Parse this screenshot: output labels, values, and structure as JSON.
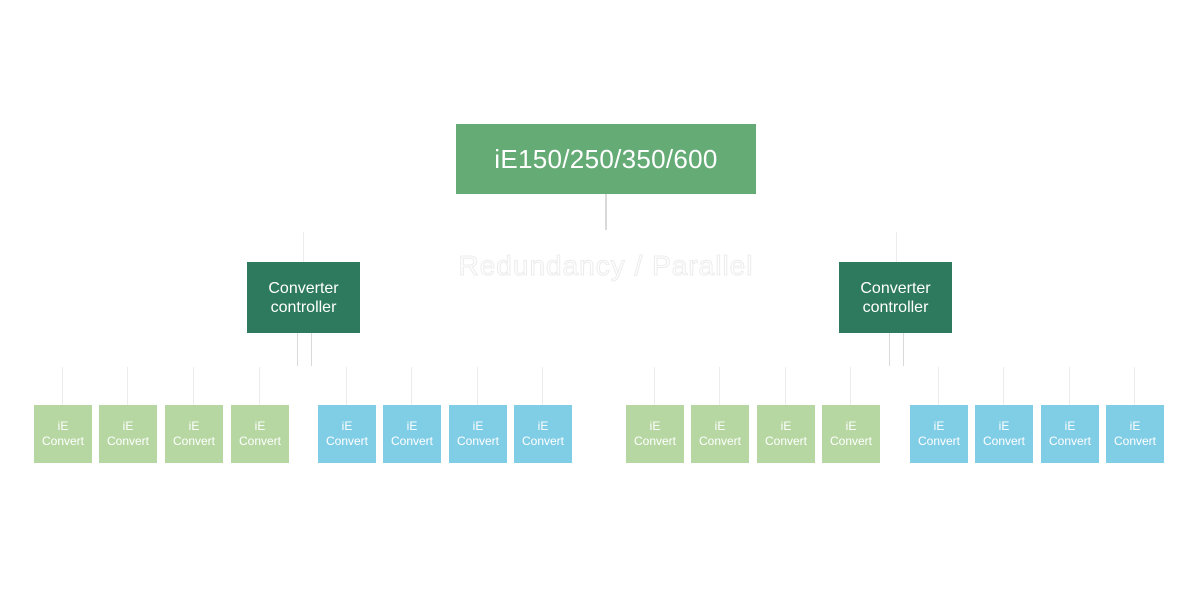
{
  "colors": {
    "top": "#65ab76",
    "controller": "#2e7a5e",
    "unit_green": "#b6d7a2",
    "unit_blue": "#80cde6"
  },
  "top_node": {
    "label": "iE150/250/350/600"
  },
  "mode_label": "Redundancy / Parallel",
  "controllers": [
    {
      "line1": "Converter",
      "line2": "controller"
    },
    {
      "line1": "Converter",
      "line2": "controller"
    }
  ],
  "units": [
    {
      "line1": "iE",
      "line2": "Convert",
      "color": "green"
    },
    {
      "line1": "iE",
      "line2": "Convert",
      "color": "green"
    },
    {
      "line1": "iE",
      "line2": "Convert",
      "color": "green"
    },
    {
      "line1": "iE",
      "line2": "Convert",
      "color": "green"
    },
    {
      "line1": "iE",
      "line2": "Convert",
      "color": "blue"
    },
    {
      "line1": "iE",
      "line2": "Convert",
      "color": "blue"
    },
    {
      "line1": "iE",
      "line2": "Convert",
      "color": "blue"
    },
    {
      "line1": "iE",
      "line2": "Convert",
      "color": "blue"
    },
    {
      "line1": "iE",
      "line2": "Convert",
      "color": "green"
    },
    {
      "line1": "iE",
      "line2": "Convert",
      "color": "green"
    },
    {
      "line1": "iE",
      "line2": "Convert",
      "color": "green"
    },
    {
      "line1": "iE",
      "line2": "Convert",
      "color": "green"
    },
    {
      "line1": "iE",
      "line2": "Convert",
      "color": "blue"
    },
    {
      "line1": "iE",
      "line2": "Convert",
      "color": "blue"
    },
    {
      "line1": "iE",
      "line2": "Convert",
      "color": "blue"
    },
    {
      "line1": "iE",
      "line2": "Convert",
      "color": "blue"
    }
  ]
}
